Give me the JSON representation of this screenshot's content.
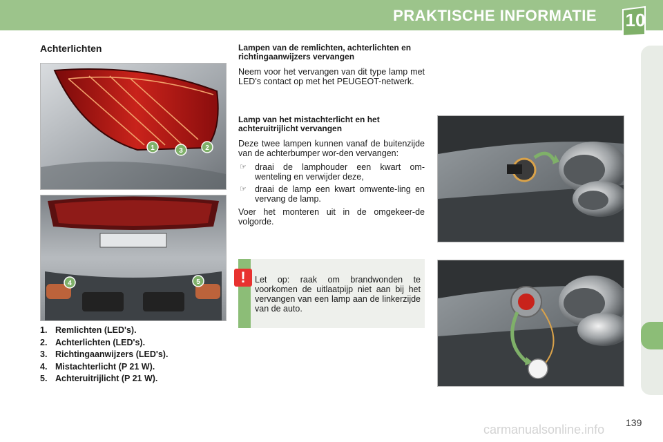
{
  "header": {
    "title": "PRAKTISCHE INFORMATIE",
    "chapter": "10"
  },
  "section_title": "Achterlichten",
  "legend": [
    {
      "num": "1.",
      "text": "Remlichten (LED's)."
    },
    {
      "num": "2.",
      "text": "Achterlichten (LED's)."
    },
    {
      "num": "3.",
      "text": "Richtingaanwijzers (LED's)."
    },
    {
      "num": "4.",
      "text": "Mistachterlicht (P 21 W)."
    },
    {
      "num": "5.",
      "text": "Achteruitrijlicht (P 21 W)."
    }
  ],
  "photo_callouts": {
    "top": [
      "1",
      "3",
      "2"
    ],
    "bottom": [
      "4",
      "5"
    ]
  },
  "block1": {
    "heading": "Lampen van de remlichten, achterlichten en richtingaanwijzers vervangen",
    "body": "Neem voor het vervangen van dit type lamp met LED's contact op met het PEUGEOT-netwerk."
  },
  "block2": {
    "heading": "Lamp van het mistachterlicht en het achteruitrijlicht vervangen",
    "intro": "Deze twee lampen kunnen vanaf de buitenzijde van de achterbumper wor-den vervangen:",
    "bullets": [
      "draai de lamphouder een kwart om-wenteling en verwijder deze,",
      "draai de lamp een kwart omwente-ling en vervang de lamp."
    ],
    "outro": "Voer het monteren uit in de omgekeer-de volgorde."
  },
  "bullet_mark": "☞",
  "warning": {
    "icon": "!",
    "text": "Let op: raak om brandwonden te voorkomen de uitlaatpijp niet aan bij het vervangen van een lamp aan de linkerzijde van de auto."
  },
  "page_number": "139",
  "watermark": "carmanualsonline.info",
  "colors": {
    "header": "#9cc48b",
    "accent_green": "#8cbd77",
    "warning_red": "#e8322f",
    "callout_green": "#7fb069"
  }
}
